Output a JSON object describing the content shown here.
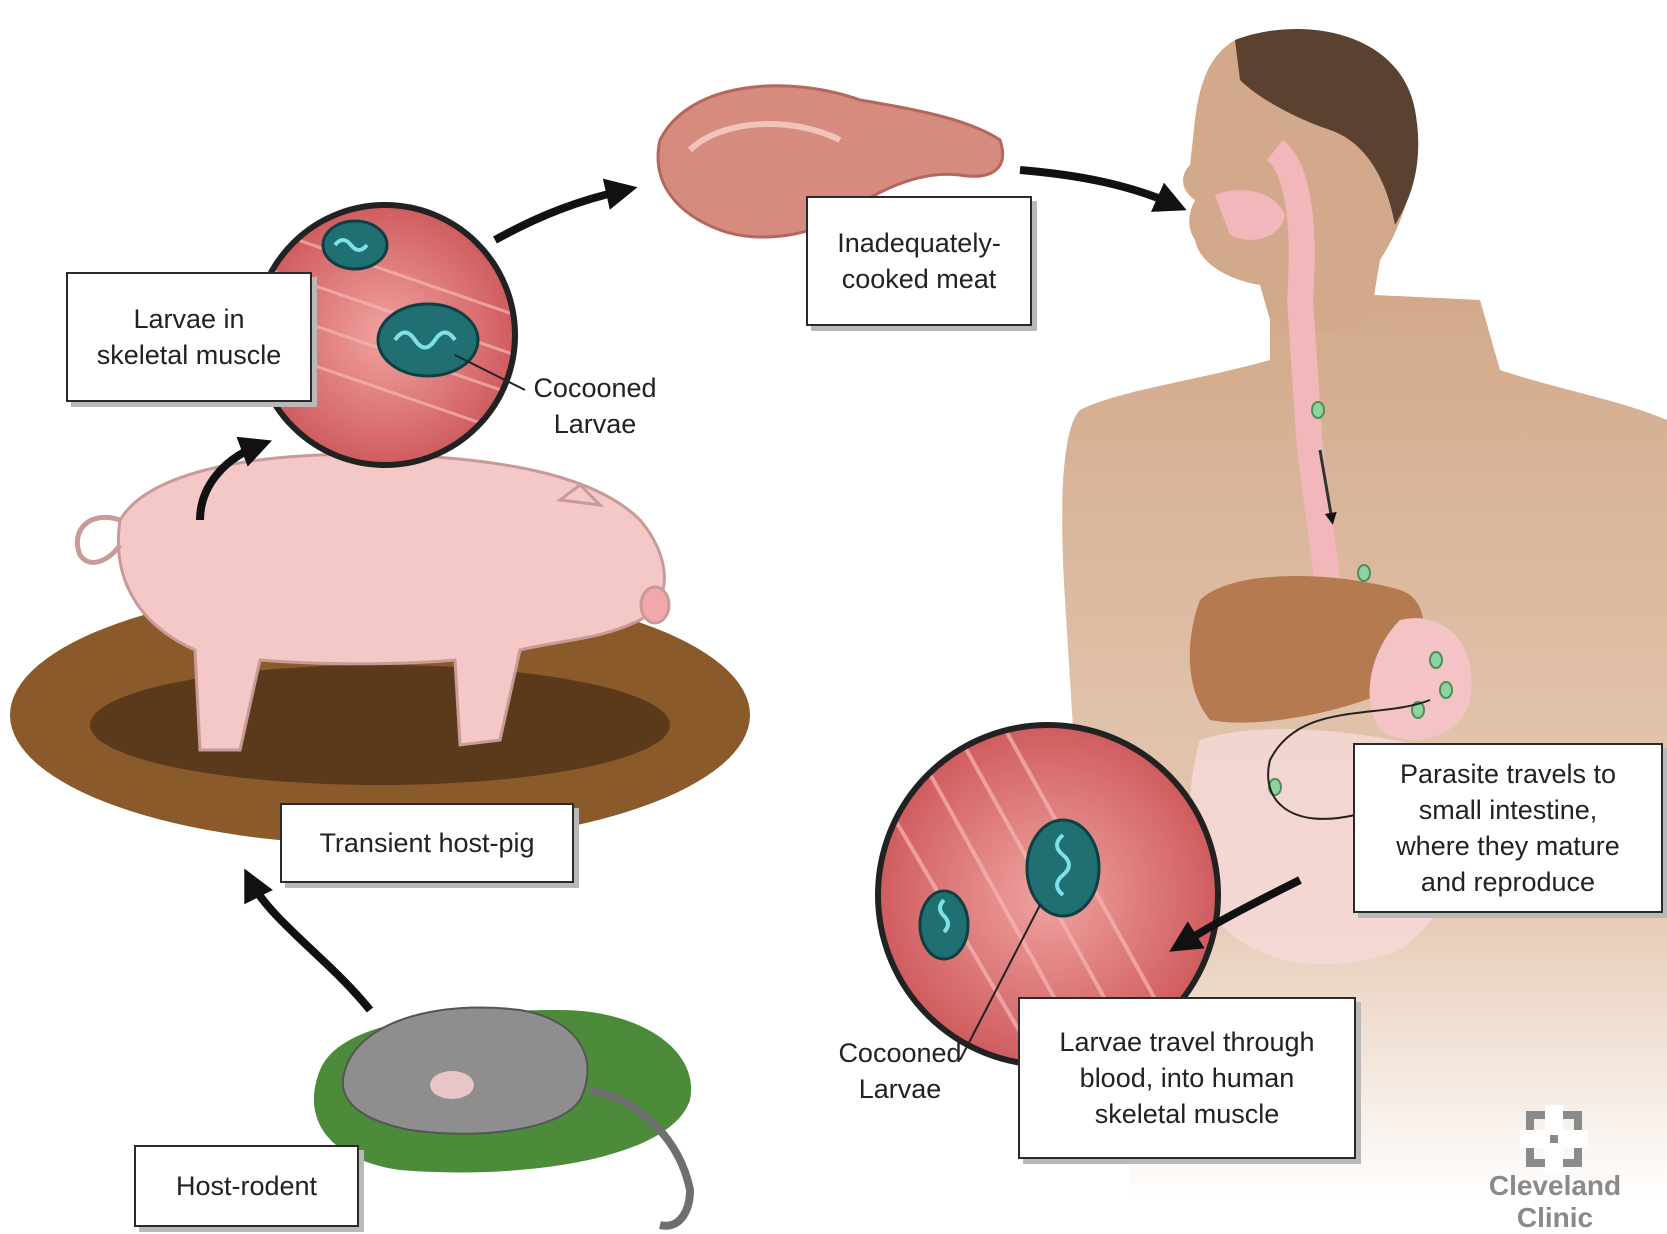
{
  "labels": {
    "larvae_skeletal_muscle": "Larvae in\nskeletal muscle",
    "cocooned_larvae_top": "Cocooned\nLarvae",
    "inadequately_cooked_meat": "Inadequately-\ncooked meat",
    "transient_host_pig": "Transient host-pig",
    "host_rodent": "Host-rodent",
    "parasite_travels": "Parasite travels to\nsmall intestine,\nwhere they mature\nand reproduce",
    "larvae_travel": "Larvae travel through\nblood, into human\nskeletal muscle",
    "cocooned_larvae_bottom": "Cocooned\nLarvae"
  },
  "logo": {
    "text": "Cleveland\nClinic",
    "icon": "cleveland-clinic-logo-icon"
  },
  "colors": {
    "arrow": "#111111",
    "skin": "#d2a98a",
    "pig": "#f4c8c6",
    "mud": "#8b5a2b",
    "grass": "#4c8b3a",
    "muscle": "#d9676a",
    "larva": "#1f6f73",
    "meat": "#d58b7e"
  }
}
